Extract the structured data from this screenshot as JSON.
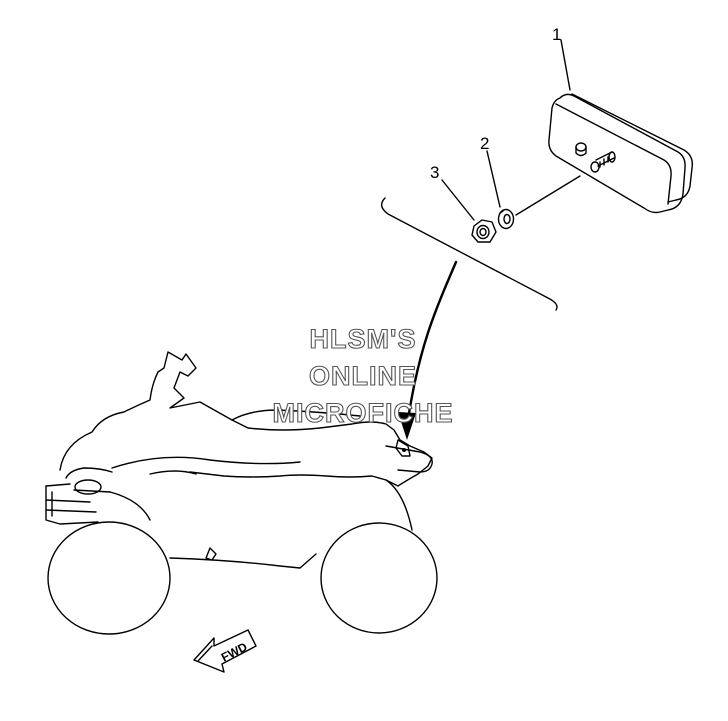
{
  "callouts": [
    {
      "number": "1",
      "part": "tail light assembly"
    },
    {
      "number": "2",
      "part": "lock washer"
    },
    {
      "number": "3",
      "part": "nut"
    }
  ],
  "watermark": {
    "line1": "HLSM'S",
    "line2": "ONLINE",
    "line3": "MICROFICHE"
  },
  "direction_label": "FWD"
}
